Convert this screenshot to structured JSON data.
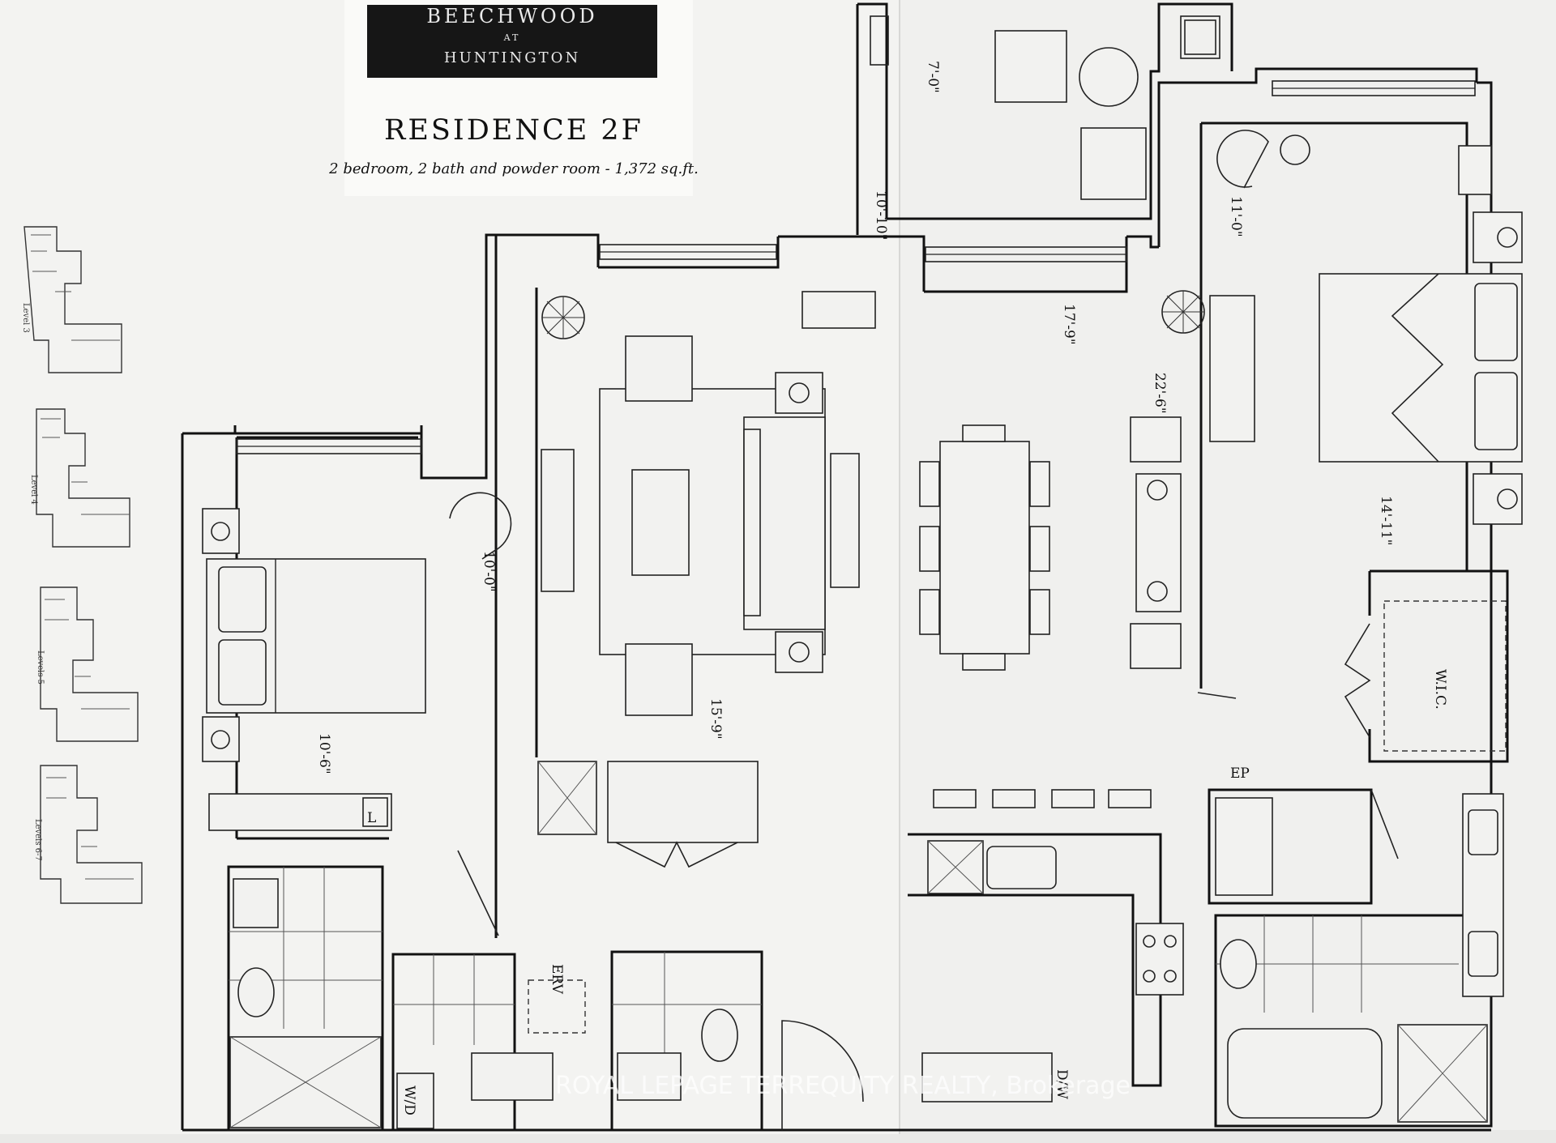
{
  "header": {
    "brand_line1": "BEECHWOOD",
    "brand_line2": "AT",
    "brand_line3": "HUNTINGTON",
    "title": "RESIDENCE 2F",
    "subtitle": "2 bedroom, 2 bath and powder room - 1,372 sq.ft."
  },
  "key_plans": [
    {
      "label": "Level 3"
    },
    {
      "label": "Level 4"
    },
    {
      "label": "Levels 5"
    },
    {
      "label": "Levels 6-7"
    }
  ],
  "dimensions": {
    "balcony_depth": "7'-0\"",
    "balcony_width": "10'-10\"",
    "living_width": "17'-9\"",
    "living_length": "22'-6\"",
    "primary_bed_width": "11'-0\"",
    "primary_bed_length": "14'-11\"",
    "second_bed_width": "10'-0\"",
    "second_bed_length": "10'-6\"",
    "living_lower": "15'-9\""
  },
  "room_labels": {
    "walk_in_closet": "W.I.C.",
    "electrical_panel": "EP",
    "erv": "ERV",
    "washer_dryer": "W/D",
    "dishwasher": "D/W",
    "linen": "L"
  },
  "watermark": "ROYAL LEPAGE TERREQUITY REALTY, Brokerage",
  "colors": {
    "paper": "#f4f4f2",
    "background": "#e9e9e7",
    "line": "#111111",
    "logo_block": "#161616",
    "logo_text": "#f0f0f0"
  }
}
